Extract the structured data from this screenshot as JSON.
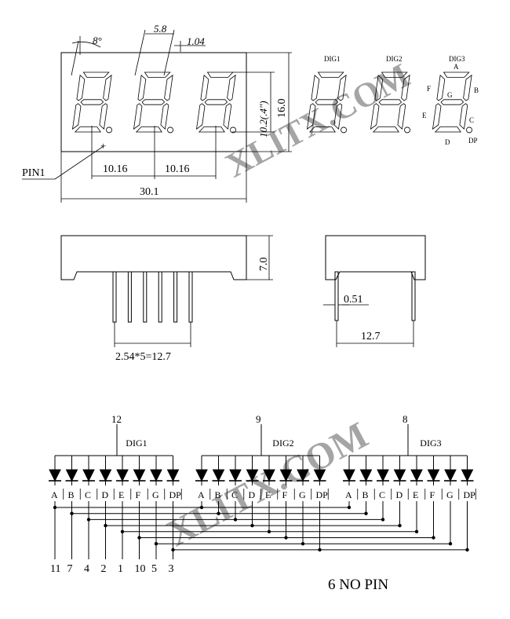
{
  "watermark": "XLITX.COM",
  "top_view": {
    "angle": "8°",
    "seg_width": "5.8",
    "stroke_width": "1.04",
    "height": "10.2(.4\")",
    "total_height": "16.0",
    "pitch_1": "10.16",
    "pitch_2": "10.16",
    "total_width": "30.1",
    "pin1_label": "PIN1",
    "pin1_mark": "+"
  },
  "digit_labels": {
    "dig1": "DIG1",
    "dig2": "DIG2",
    "dig3": "DIG3",
    "seg_a": "A",
    "seg_b": "B",
    "seg_c": "C",
    "seg_d": "D",
    "seg_e": "E",
    "seg_f": "F",
    "seg_g": "G",
    "seg_dp": "DP"
  },
  "side_view": {
    "depth": "7.0",
    "pin_pitch": "2.54*5=12.7"
  },
  "end_view": {
    "pin_width": "0.51",
    "row_spacing": "12.7"
  },
  "schematic": {
    "digits": [
      {
        "name": "DIG1",
        "common_pin": "12"
      },
      {
        "name": "DIG2",
        "common_pin": "9"
      },
      {
        "name": "DIG3",
        "common_pin": "8"
      }
    ],
    "segments": [
      "A",
      "B",
      "C",
      "D",
      "E",
      "F",
      "G",
      "DP"
    ],
    "segment_pins": [
      "11",
      "7",
      "4",
      "2",
      "1",
      "10",
      "5",
      "3"
    ],
    "note": "6 NO PIN"
  }
}
